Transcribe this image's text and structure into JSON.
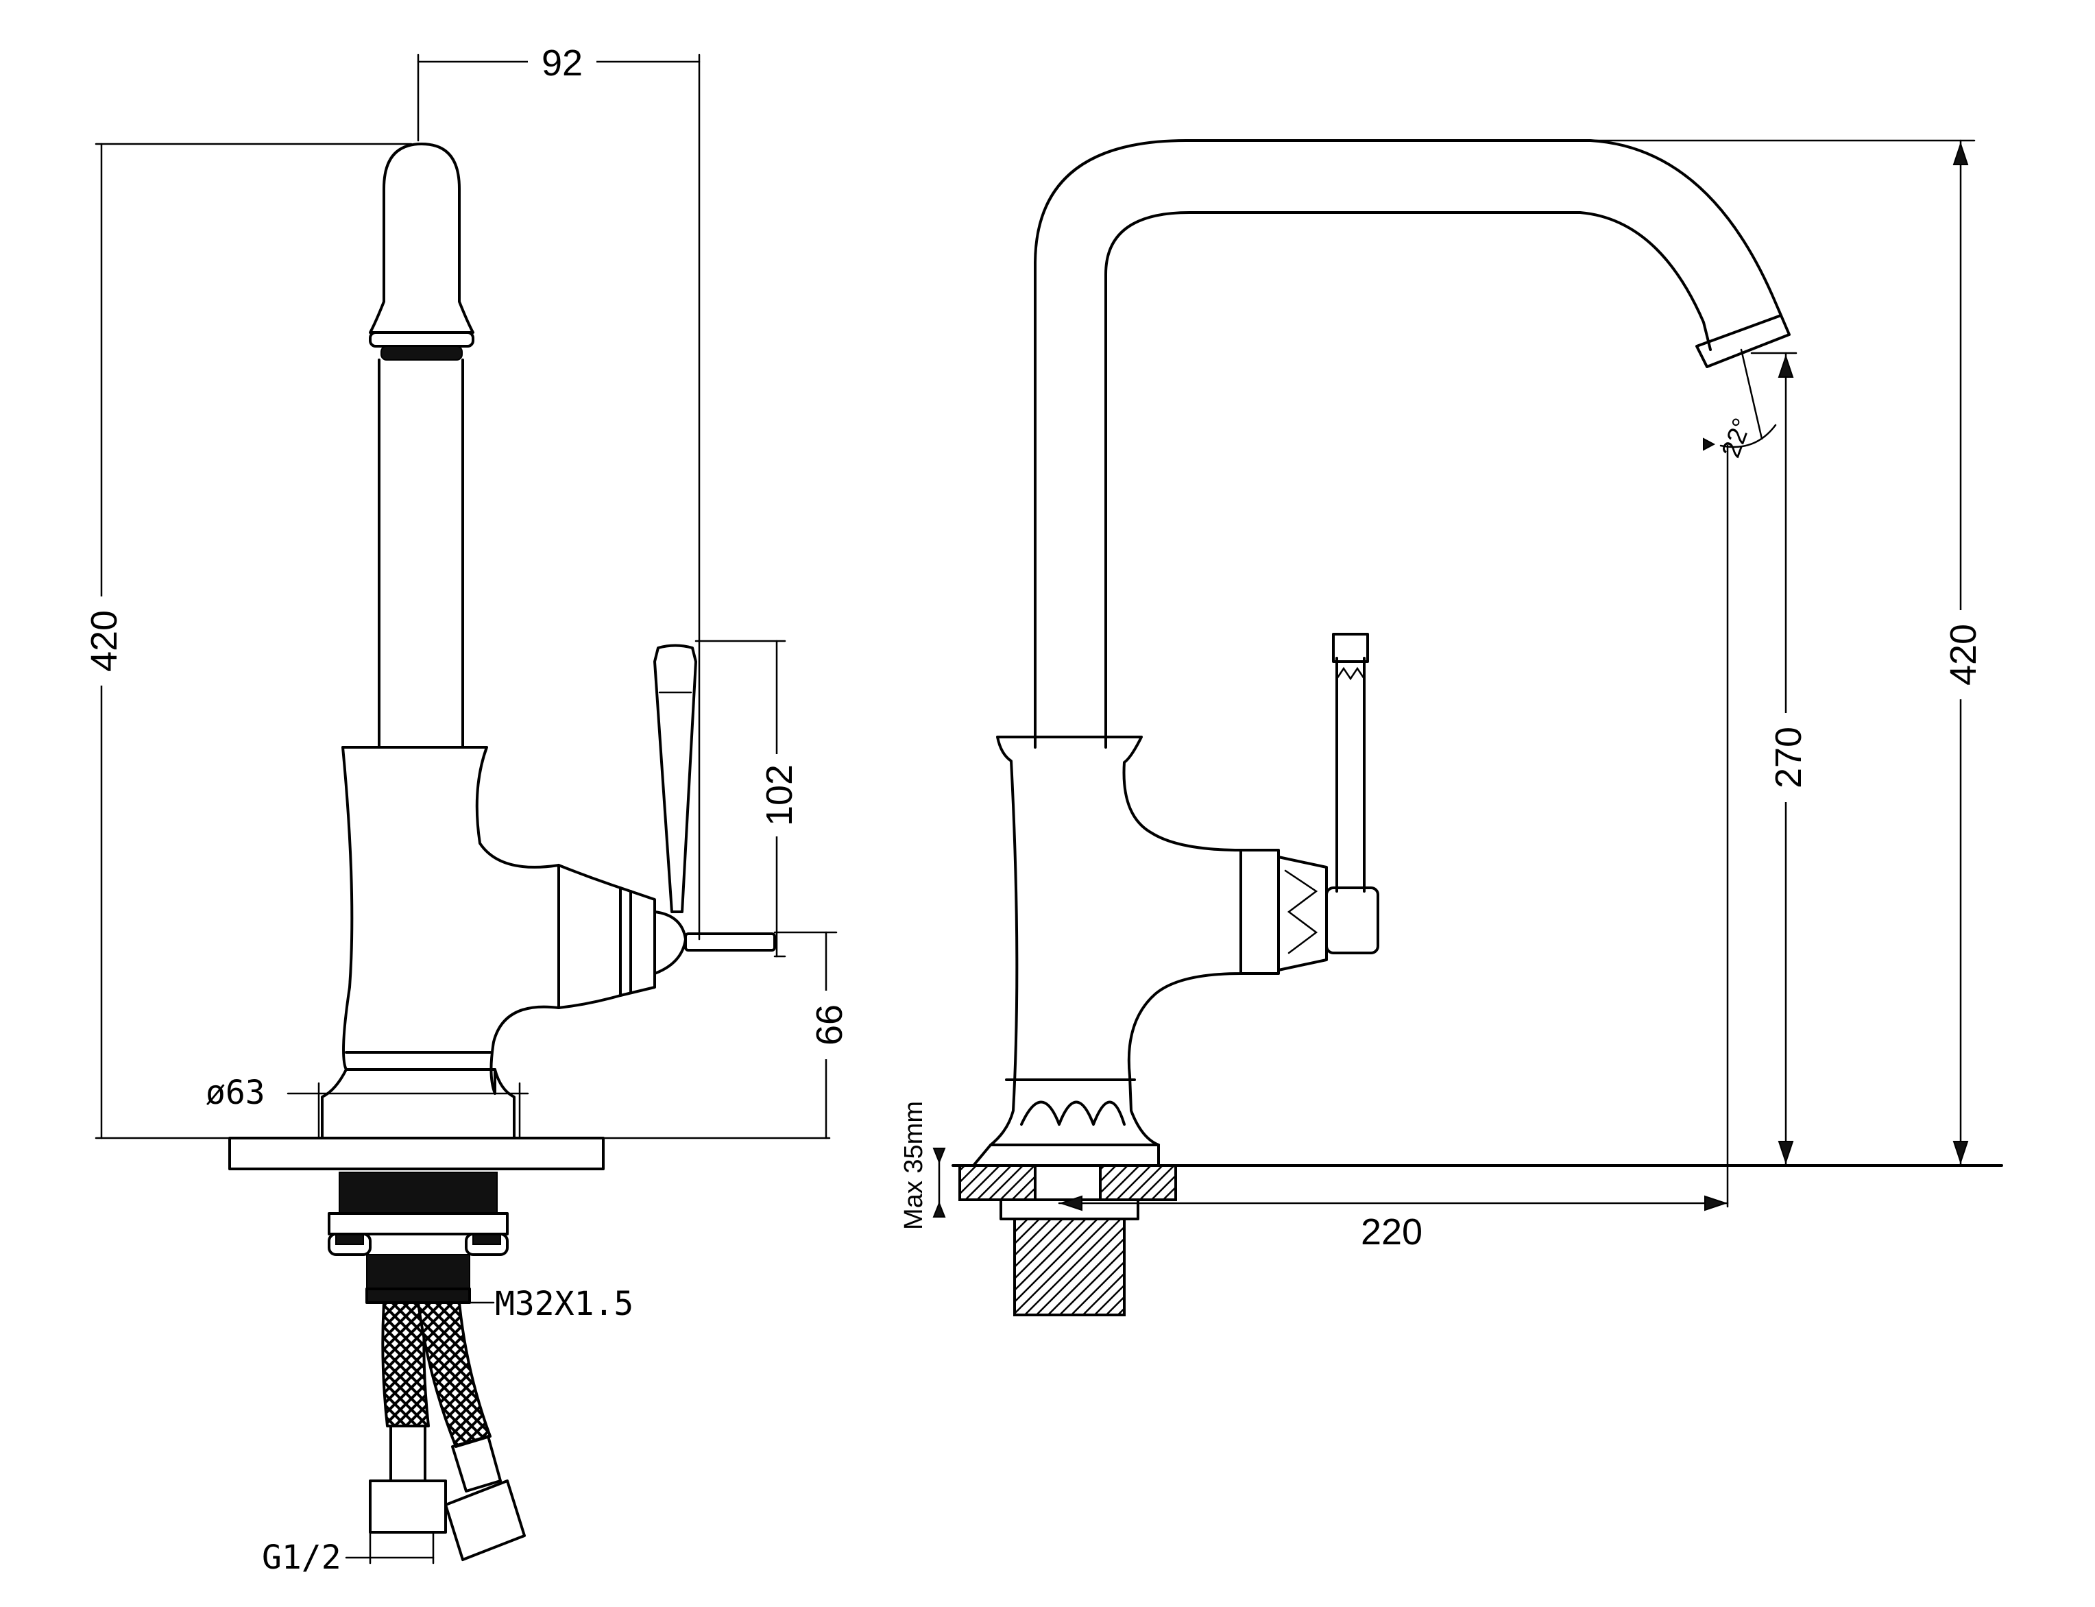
{
  "dimensions": {
    "top_width": "92",
    "left_height": "420",
    "lever_height": "102",
    "lever_base_height": "66",
    "base_diameter": "ø63",
    "thread": "M32X1.5",
    "hose_fitting": "G1/2",
    "right_height": "420",
    "outlet_height": "270",
    "reach": "220",
    "angle": "22°",
    "max_deck": "Max 35mm"
  }
}
